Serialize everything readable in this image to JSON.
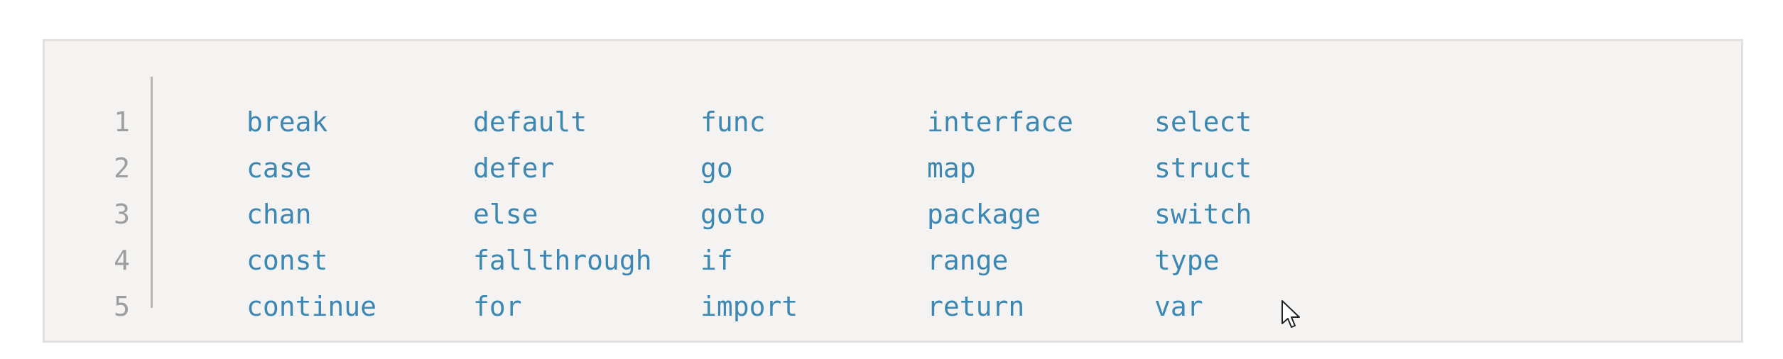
{
  "code_block": {
    "lines": [
      {
        "number": "1",
        "keywords": [
          "break",
          "default",
          "func",
          "interface",
          "select"
        ]
      },
      {
        "number": "2",
        "keywords": [
          "case",
          "defer",
          "go",
          "map",
          "struct"
        ]
      },
      {
        "number": "3",
        "keywords": [
          "chan",
          "else",
          "goto",
          "package",
          "switch"
        ]
      },
      {
        "number": "4",
        "keywords": [
          "const",
          "fallthrough",
          "if",
          "range",
          "type"
        ]
      },
      {
        "number": "5",
        "keywords": [
          "continue",
          "for",
          "import",
          "return",
          "var"
        ]
      }
    ]
  },
  "cursor": {
    "icon": "mouse-pointer-icon"
  }
}
